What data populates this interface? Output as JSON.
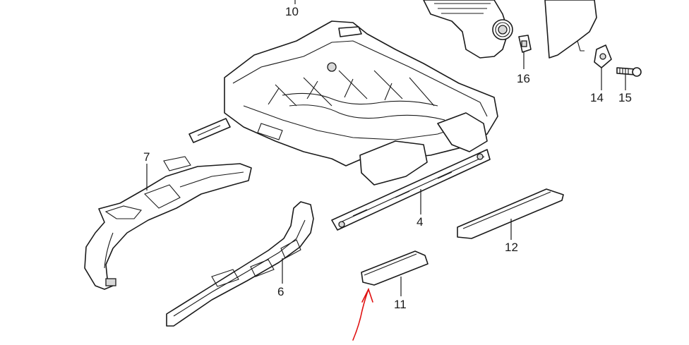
{
  "callouts": [
    {
      "id": "10",
      "label": "10"
    },
    {
      "id": "16",
      "label": "16"
    },
    {
      "id": "14",
      "label": "14"
    },
    {
      "id": "15",
      "label": "15"
    },
    {
      "id": "7",
      "label": "7"
    },
    {
      "id": "4",
      "label": "4"
    },
    {
      "id": "12",
      "label": "12"
    },
    {
      "id": "6",
      "label": "6"
    },
    {
      "id": "11",
      "label": "11"
    }
  ],
  "colors": {
    "line": "#1a1a1a",
    "annotation_arrow": "#e01010",
    "background": "#ffffff"
  }
}
